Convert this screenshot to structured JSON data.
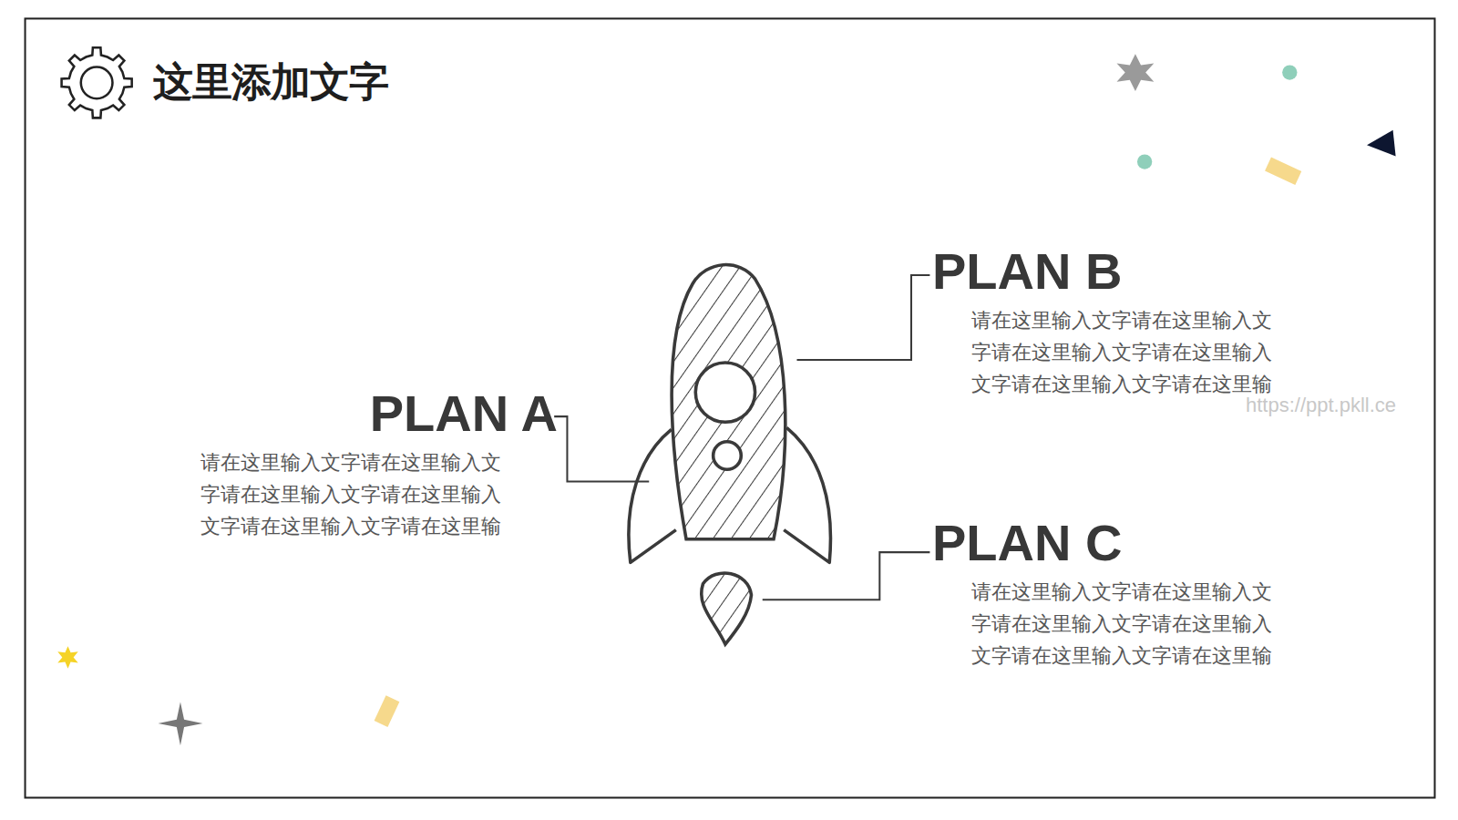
{
  "diagram": {
    "title": "这里添加文字",
    "nodes": [
      {
        "text": [
          "PLAN B",
          "请在这里输入文字请在这里输入文 字请在这里输入文字请在这里输入 文字请在这里输入文字请在这里输"
        ]
      },
      {
        "text": [
          "PLAN A",
          "请在这里输入文字请在这里输入文 字请在这里输入文字请在这里输入 文字请在这里输入文字请在这里输"
        ]
      },
      {
        "text": [
          "PLAN C",
          "请在这里输入文字请在这里输入文 字请在这里输入文字请在这里输入 文字请在这里输入文字请在这里输"
        ]
      }
    ],
    "labels": [
      "https://ppt.pkll.ce"
    ]
  }
}
